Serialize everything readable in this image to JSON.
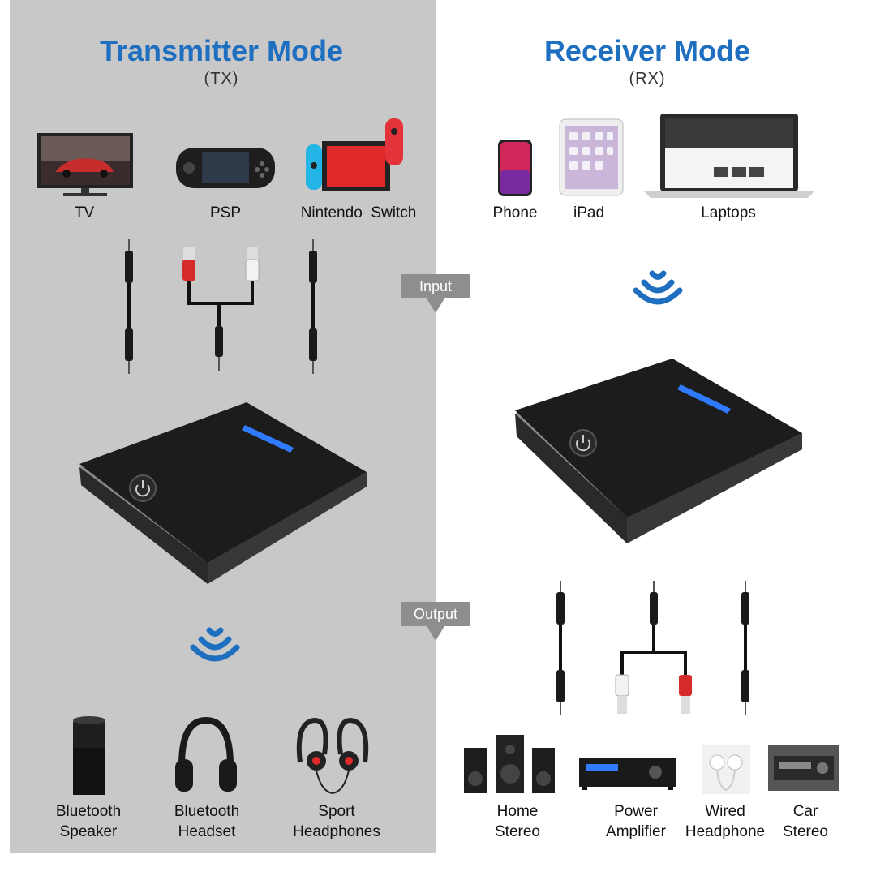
{
  "tx": {
    "title": "Transmitter Mode",
    "subtitle": "(TX)",
    "inputs": [
      "TV",
      "PSP",
      "Nintendo  Switch"
    ],
    "outputs": [
      {
        "line1": "Bluetooth",
        "line2": "Speaker"
      },
      {
        "line1": "Bluetooth",
        "line2": "Headset"
      },
      {
        "line1": "Sport",
        "line2": "Headphones"
      }
    ]
  },
  "rx": {
    "title": "Receiver Mode",
    "subtitle": "(RX)",
    "inputs": [
      "Phone",
      "iPad",
      "Laptops"
    ],
    "outputs": [
      {
        "line1": "Home",
        "line2": "Stereo"
      },
      {
        "line1": "Power",
        "line2": "Amplifier"
      },
      {
        "line1": "Wired",
        "line2": "Headphone"
      },
      {
        "line1": "Car",
        "line2": "Stereo"
      }
    ]
  },
  "tags": {
    "input": "Input",
    "output": "Output"
  },
  "colors": {
    "left_bg": "#c8c8c8",
    "title_blue": "#1f6fc0",
    "tag_gray": "#8e8e8e",
    "led_blue": "#2f7bff"
  },
  "icons": [
    "tv-icon",
    "psp-icon",
    "switch-icon",
    "phone-icon",
    "ipad-icon",
    "laptop-icon",
    "bluetooth-wave-icon",
    "audio-cable-icon",
    "rca-cable-icon",
    "device-icon",
    "speaker-icon",
    "headset-icon",
    "sport-headphones-icon",
    "home-stereo-icon",
    "amplifier-icon",
    "earphones-icon",
    "car-stereo-icon"
  ]
}
